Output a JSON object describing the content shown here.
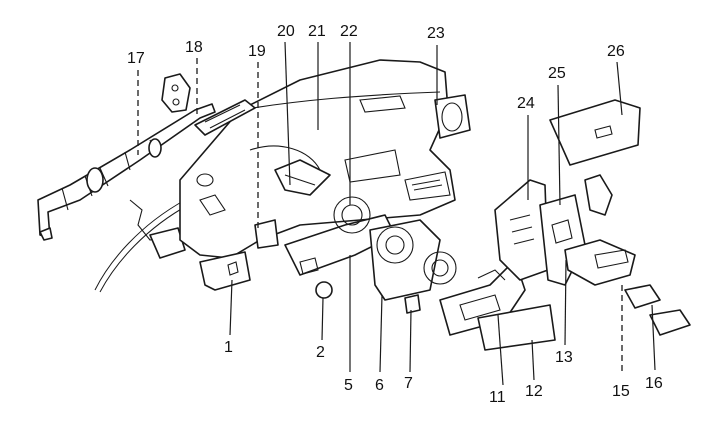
{
  "diagram": {
    "callouts": [
      "1",
      "2",
      "5",
      "6",
      "7",
      "11",
      "12",
      "13",
      "15",
      "16",
      "17",
      "18",
      "19",
      "20",
      "21",
      "22",
      "23",
      "24",
      "25",
      "26"
    ]
  },
  "colors": {
    "line": "#1a1a1a",
    "background": "#ffffff"
  }
}
